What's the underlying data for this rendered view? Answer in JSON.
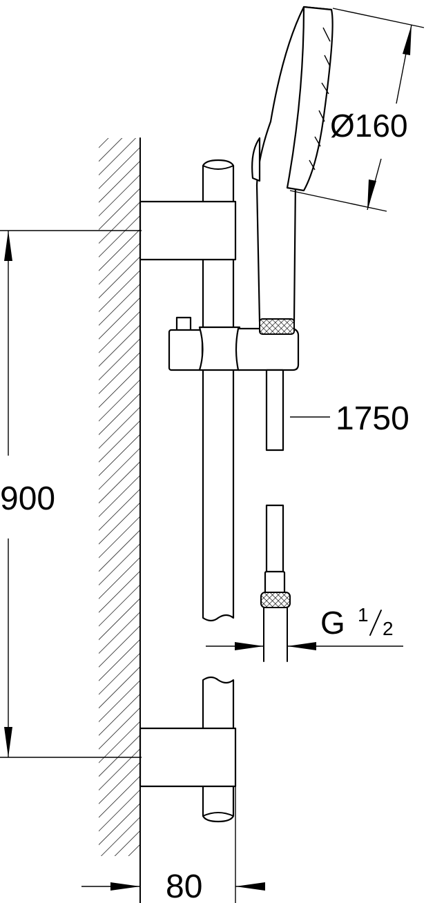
{
  "dimensions": {
    "rail_length": "900",
    "head_diameter": "Ø160",
    "hose_length": "1750",
    "thread_main": "G",
    "thread_num": "1",
    "thread_den": "2",
    "wall_offset": "80"
  }
}
